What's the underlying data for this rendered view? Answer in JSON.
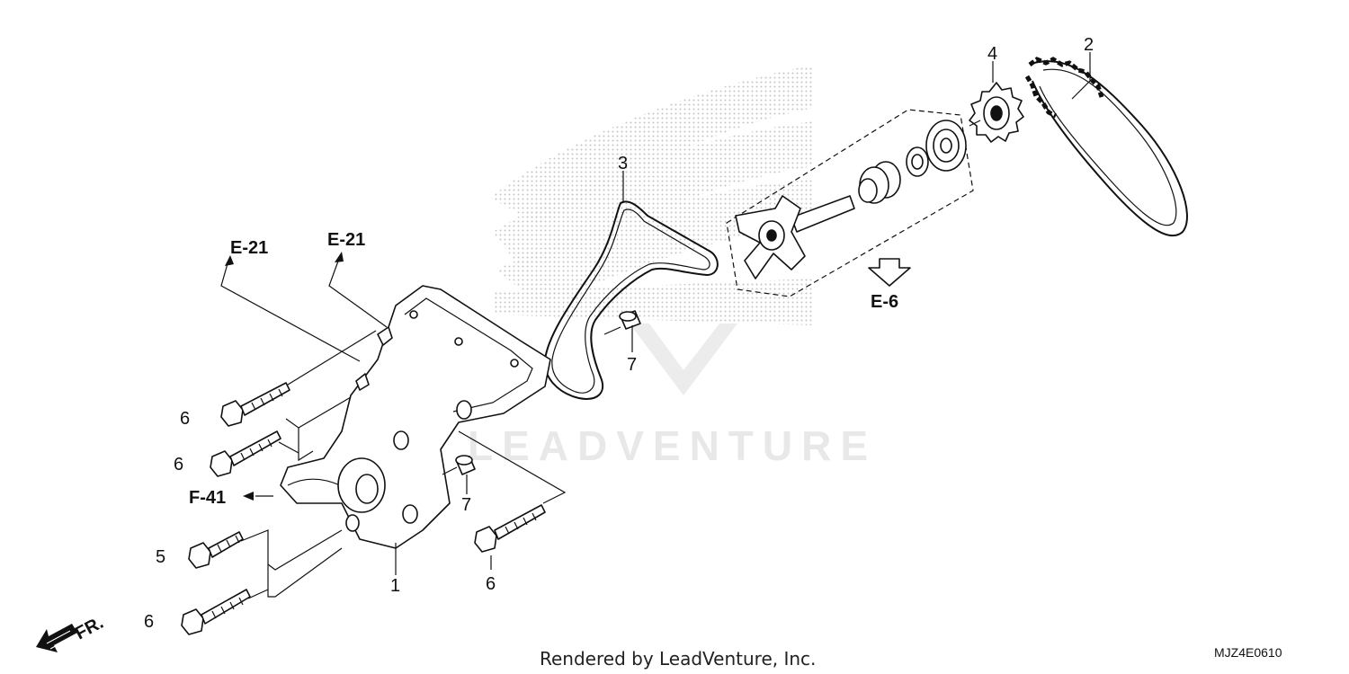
{
  "diagram": {
    "callouts": {
      "c1": "1",
      "c2": "2",
      "c3": "3",
      "c4": "4",
      "c5": "5",
      "c6a": "6",
      "c6b": "6",
      "c6c": "6",
      "c6d": "6",
      "c7a": "7",
      "c7b": "7"
    },
    "references": {
      "e21_left": "E-21",
      "e21_right": "E-21",
      "f41": "F-41",
      "e6": "E-6",
      "front": "FR."
    },
    "watermark": "LEADVENTURE",
    "footer": "Rendered by LeadVenture, Inc.",
    "diagram_code": "MJZ4E0610"
  }
}
